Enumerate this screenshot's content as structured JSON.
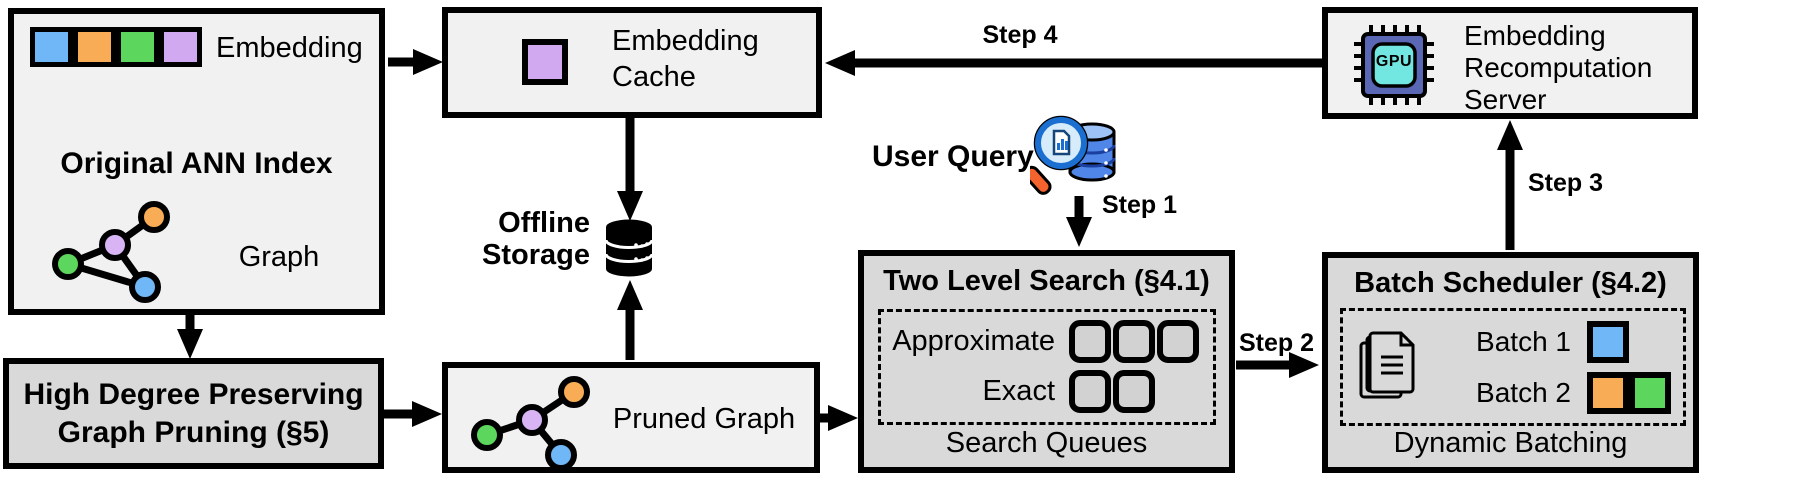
{
  "colors": {
    "embedding_blue": "#6FB7F7",
    "embedding_orange": "#F7AC55",
    "embedding_green": "#5CD65C",
    "embedding_purple": "#D0A9F0",
    "box_light_gray": "#F1F1F1",
    "box_dark_gray": "#D9D9D9",
    "gpu_chip_body": "#5A67B5",
    "gpu_chip_core": "#72E6E0",
    "magnifier_rim": "#1B6FD0",
    "magnifier_handle": "#F4622D",
    "query_db_blue": "#4F86E8"
  },
  "ann_index": {
    "embedding_label": "Embedding",
    "title": "Original ANN Index",
    "graph_label": "Graph",
    "embedding_cells": [
      "blue",
      "orange",
      "green",
      "purple"
    ]
  },
  "embedding_cache": {
    "label": "Embedding Cache"
  },
  "offline_storage": {
    "label": "Offline Storage"
  },
  "high_degree_pruning": {
    "label": "High Degree Preserving Graph Pruning (§5)"
  },
  "pruned_graph": {
    "label": "Pruned Graph"
  },
  "user_query": {
    "label": "User Query"
  },
  "steps": {
    "step1": "Step 1",
    "step2": "Step 2",
    "step3": "Step 3",
    "step4": "Step 4"
  },
  "two_level_search": {
    "title": "Two Level Search (§4.1)",
    "rows": [
      {
        "label": "Approximate",
        "queue_slots": 3
      },
      {
        "label": "Exact",
        "queue_slots": 2
      }
    ],
    "footer": "Search Queues"
  },
  "batch_scheduler": {
    "title": "Batch Scheduler (§4.2)",
    "batches": [
      {
        "label": "Batch 1",
        "colors": [
          "blue"
        ]
      },
      {
        "label": "Batch 2",
        "colors": [
          "orange",
          "green"
        ]
      }
    ],
    "footer": "Dynamic Batching"
  },
  "recomputation_server": {
    "label": "Embedding Recomputation Server",
    "chip_label": "GPU"
  }
}
